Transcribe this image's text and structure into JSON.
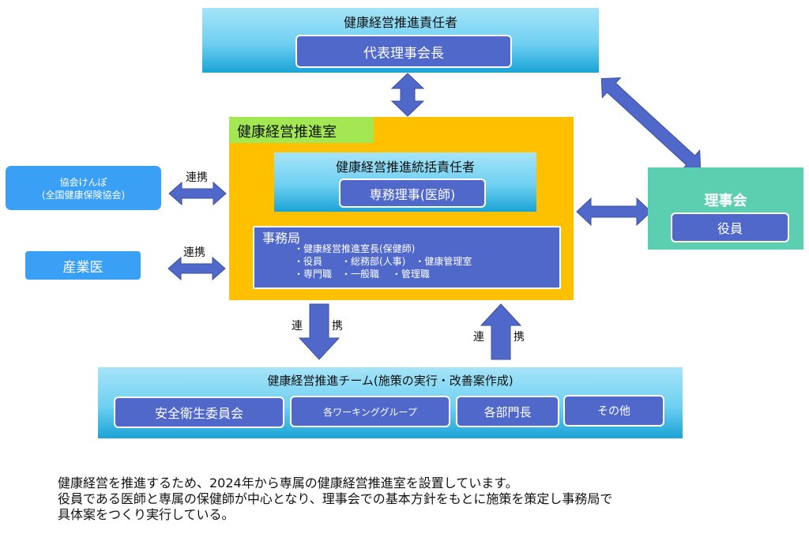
{
  "top": {
    "title": "健康経営推進責任者",
    "role": "代表理事会長"
  },
  "office": {
    "title": "健康経営推進室",
    "lead": {
      "title": "健康経営推進統括責任者",
      "role": "専務理事(医師)"
    },
    "secretariat": {
      "title": "事務局",
      "lines": [
        "・健康経営推進室長(保健師)",
        "・役員　　・総務部(人事)　・健康管理室",
        "・専門職　・一般職　 ・管理職"
      ]
    }
  },
  "partners": {
    "kyokai": {
      "line1": "協会けんぽ",
      "line2": "(全国健康保険協会)"
    },
    "doctor": "産業医",
    "link_label": "連携"
  },
  "board": {
    "title": "理事会",
    "member": "役員"
  },
  "vertical_links": {
    "left_char": "連",
    "right_char": "携"
  },
  "team": {
    "title": "健康経営推進チーム(施策の実行・改善案作成)",
    "members": [
      "安全衛生委員会",
      "各ワーキンググループ",
      "各部門長",
      "その他"
    ]
  },
  "description": [
    "健康経営を推進するため、2024年から専属の健康経営推進室を設置しています。",
    "役員である医師と専属の保健師が中心となり、理事会での基本方針をもとに施策を策定し事務局で",
    "具体案をつくり実行している。"
  ],
  "colors": {
    "accent_blue": "#4f68c9",
    "office_orange": "#ffc000",
    "office_label_green": "#a3e853",
    "board_teal": "#5ccfb0",
    "partner_blue": "#3aa0f5"
  }
}
